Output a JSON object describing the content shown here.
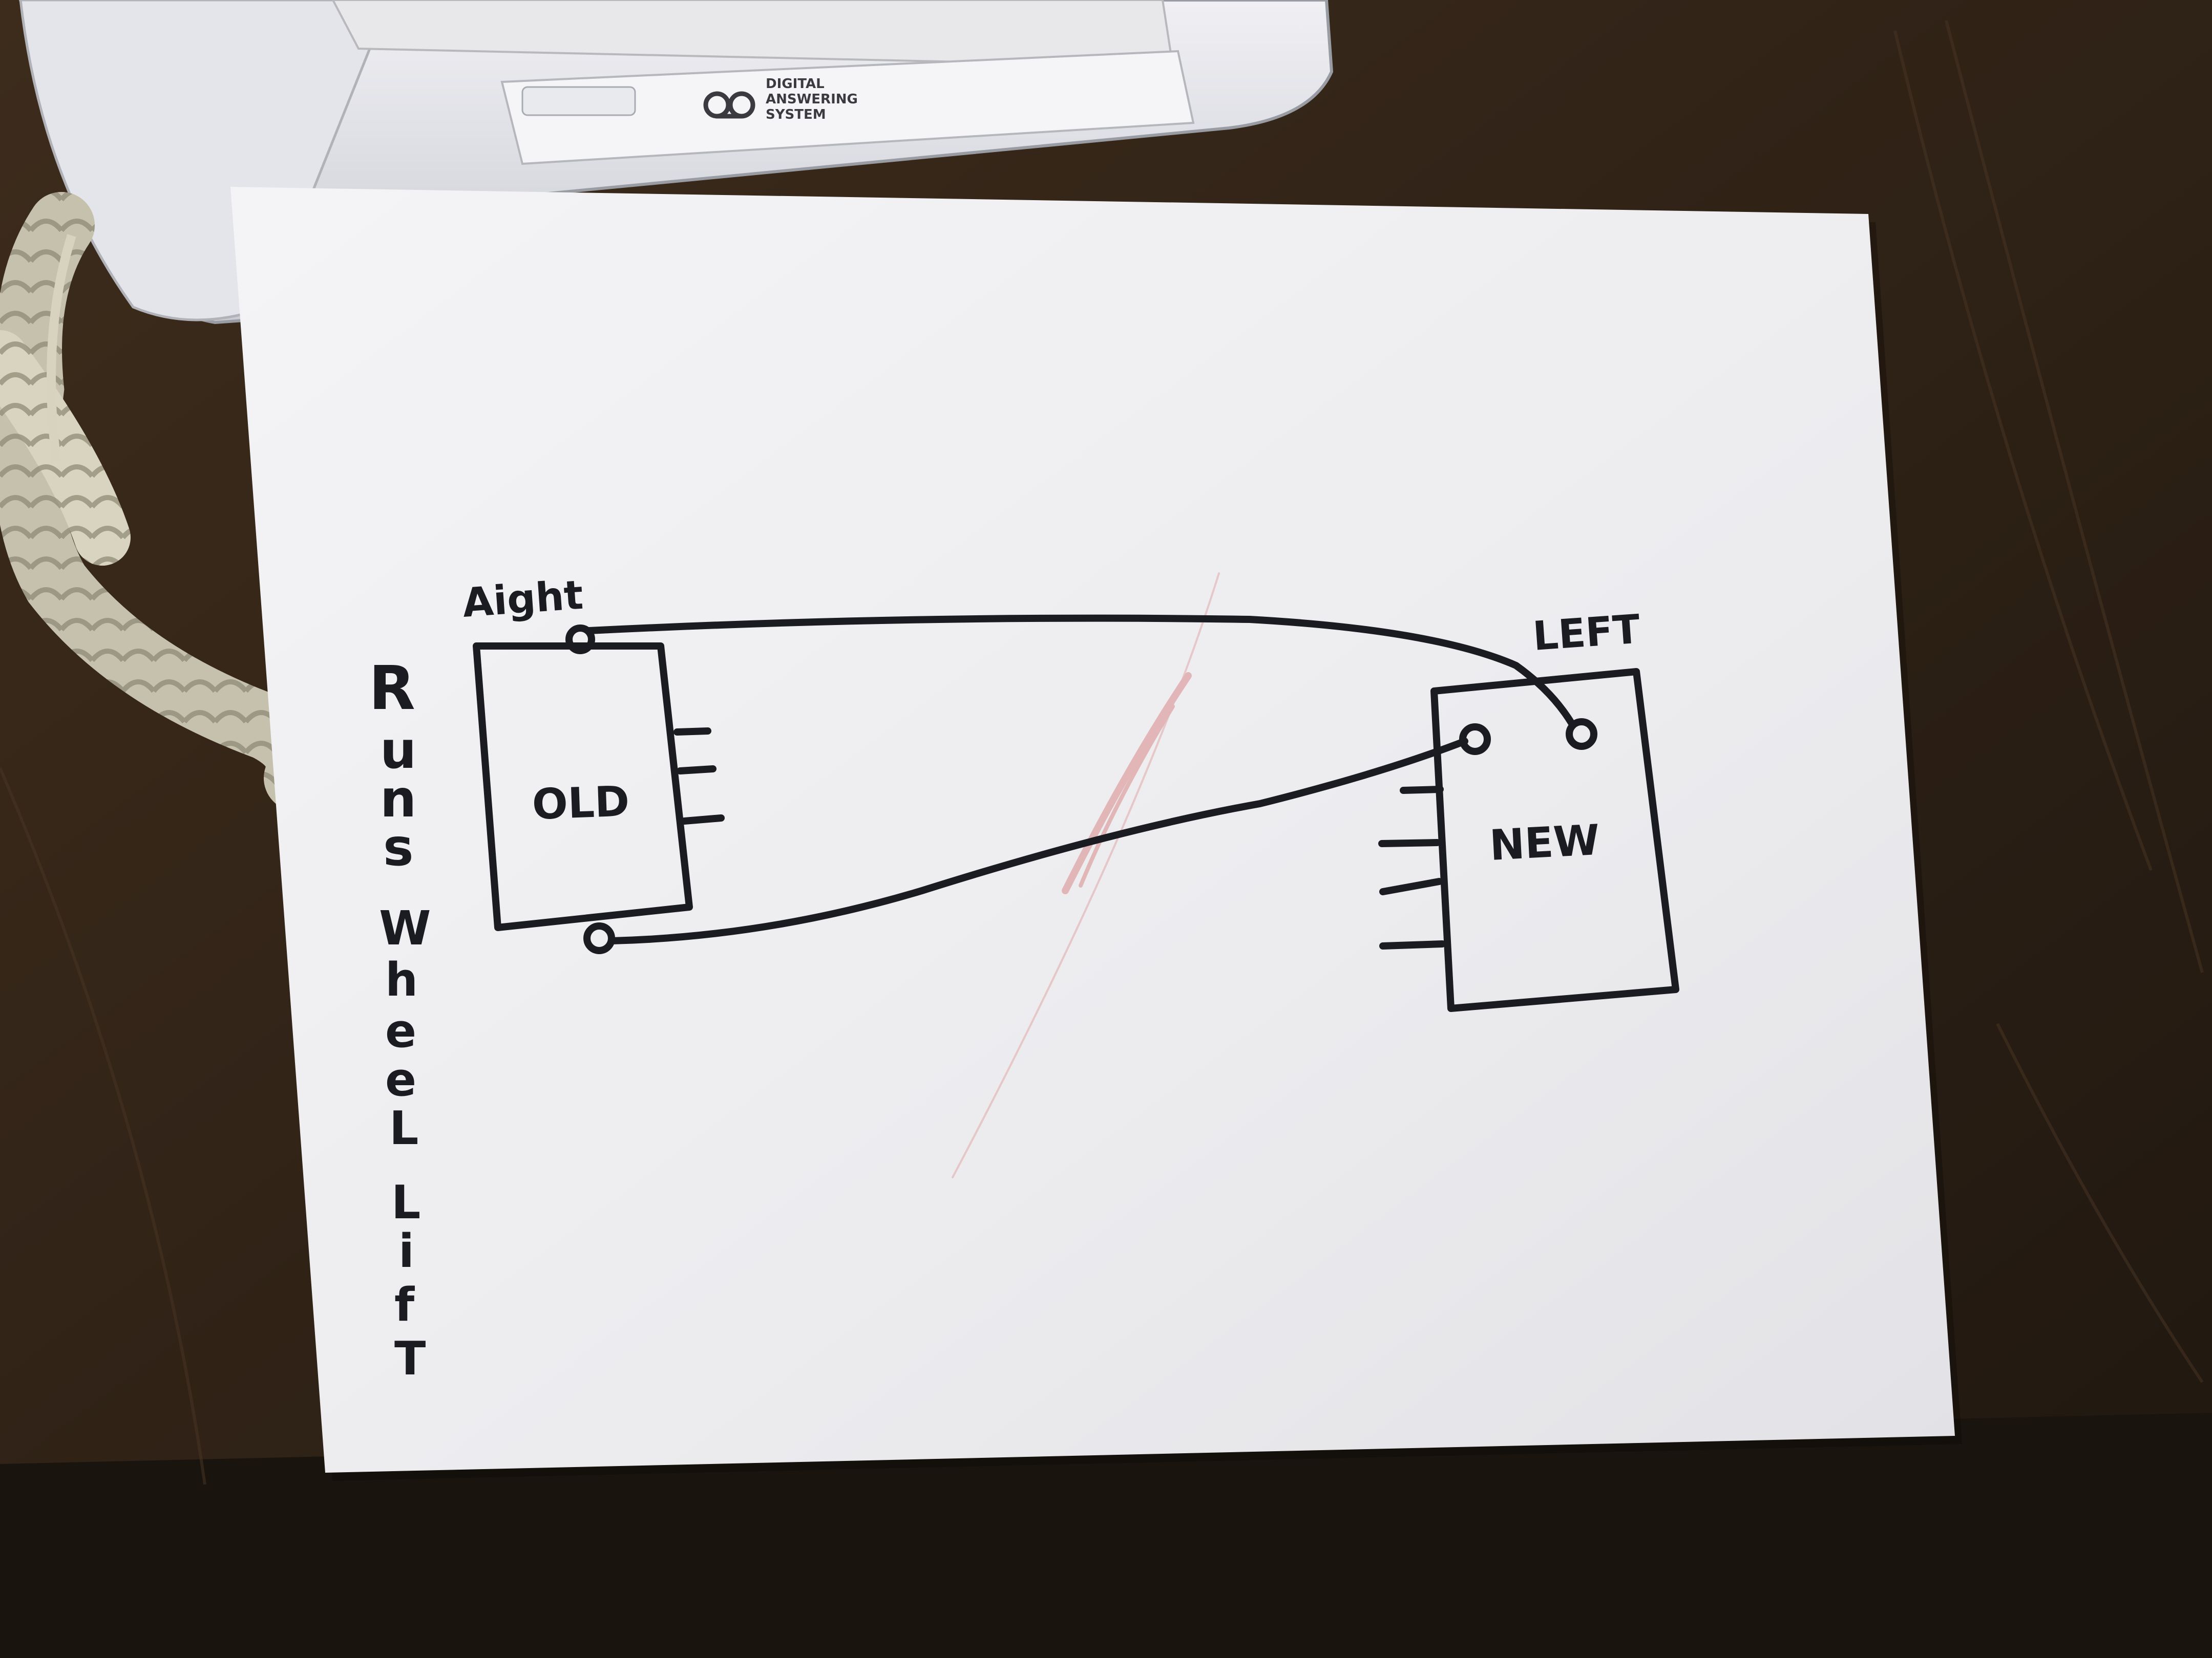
{
  "device": {
    "brand_lines": [
      "DIGITAL",
      "ANSWERING",
      "SYSTEM"
    ],
    "logo_icon": "tape-reels-icon"
  },
  "diagram": {
    "left_box": {
      "label": "OLD",
      "corner_label": "Aight"
    },
    "right_box": {
      "label": "NEW",
      "corner_label": "LEFT"
    },
    "side_note": [
      "R",
      "u",
      "n",
      "s",
      "W",
      "h",
      "e",
      "e",
      "L",
      "L",
      "i",
      "f",
      "T"
    ]
  },
  "colors": {
    "paper": "#f3f3f5",
    "ink": "#1b1b22",
    "desk": "#3a2a1a",
    "red_stain": "#d98a8a"
  }
}
